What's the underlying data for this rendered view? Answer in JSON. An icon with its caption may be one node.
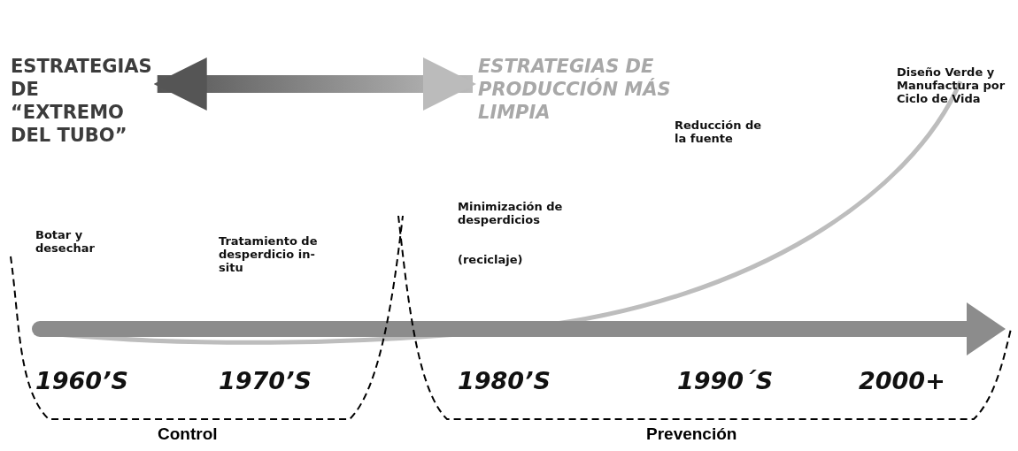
{
  "diagram": {
    "nodes": [
      {
        "text": [
          "ESTRATEGIAS DE “EXTREMO DEL TUBO”"
        ]
      },
      {
        "text": [
          "ESTRATEGIAS DE PRODUCCIÓN MÁS LIMPIA"
        ]
      }
    ],
    "edges": [
      {
        "from": 0,
        "to": 1,
        "arrow": "both"
      }
    ],
    "labels": [
      "Diseño Verde y Manufactura por Ciclo de Vida",
      "Reducción de la fuente",
      "Minimización de desperdicios",
      "Botar y desechar",
      "Tratamiento de desperdicio in-situ",
      "(reciclaje)",
      "1960’S",
      "1970’S",
      "1980’S",
      "1990´S",
      "2000+",
      "Control",
      "Prevención"
    ]
  }
}
